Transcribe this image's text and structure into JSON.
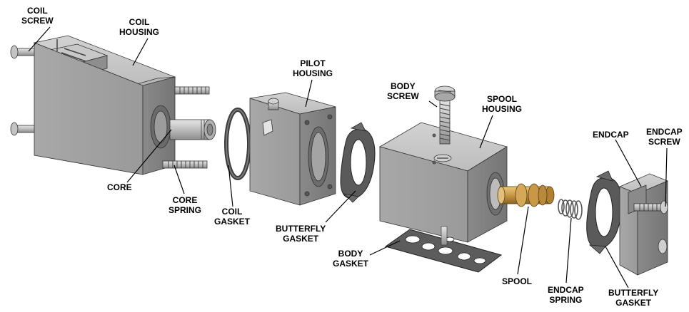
{
  "labels": {
    "coil_screw": [
      "COIL",
      "SCREW"
    ],
    "coil_housing": [
      "COIL",
      "HOUSING"
    ],
    "pilot_housing": [
      "PILOT",
      "HOUSING"
    ],
    "body_screw": [
      "BODY",
      "SCREW"
    ],
    "spool_housing": [
      "SPOOL",
      "HOUSING"
    ],
    "endcap": [
      "ENDCAP"
    ],
    "endcap_screw": [
      "ENDCAP",
      "SCREW"
    ],
    "core": [
      "CORE"
    ],
    "core_spring": [
      "CORE",
      "SPRING"
    ],
    "coil_gasket": [
      "COIL",
      "GASKET"
    ],
    "butterfly_gasket_left": [
      "BUTTERFLY",
      "GASKET"
    ],
    "body_gasket": [
      "BODY",
      "GASKET"
    ],
    "spool": [
      "SPOOL"
    ],
    "endcap_spring": [
      "ENDCAP",
      "SPRING"
    ],
    "butterfly_gasket_right": [
      "BUTTERFLY",
      "GASKET"
    ]
  },
  "colors": {
    "metal_light": "#b8b8b8",
    "metal_mid": "#9a9a9a",
    "metal_dark": "#6e6e6e",
    "gasket": "#5a5a5a",
    "brass": "#c8a050",
    "line": "#000000"
  }
}
